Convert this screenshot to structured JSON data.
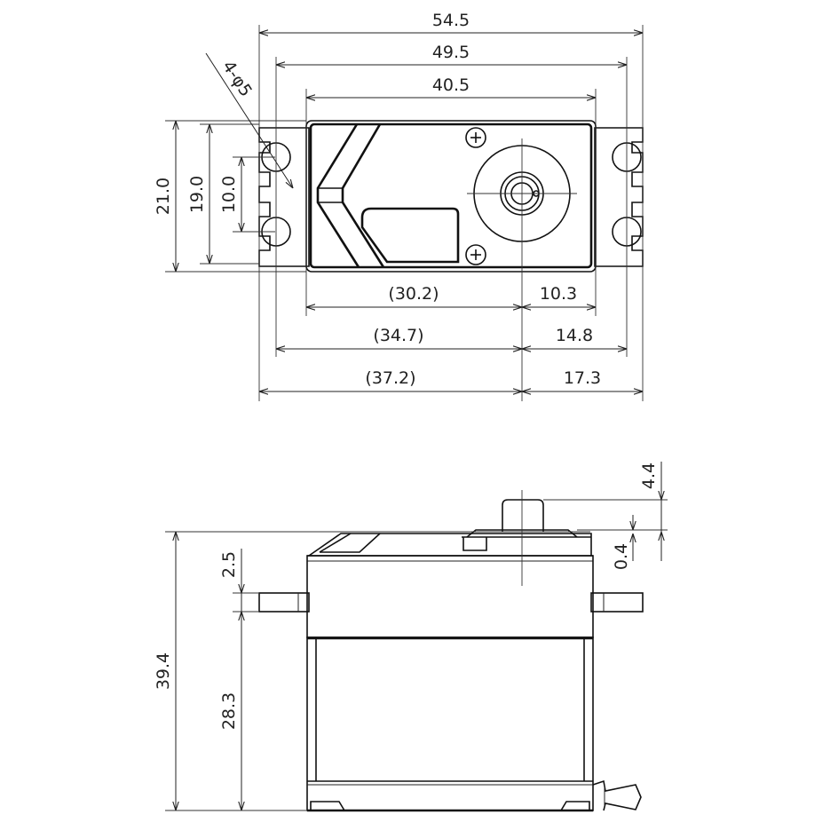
{
  "drawing": {
    "top_view": {
      "overall_width": "54.5",
      "mount_hole_spacing": "49.5",
      "case_width": "40.5",
      "hole_callout": "4-φ5",
      "overall_height": "21.0",
      "case_height": "19.0",
      "mount_slot_spacing": "10.0",
      "case_to_shaft": "(30.2)",
      "shaft_to_case_end": "10.3",
      "hole_to_shaft": "(34.7)",
      "shaft_to_hole": "14.8",
      "flange_to_shaft": "(37.2)",
      "shaft_to_flange": "17.3"
    },
    "side_view": {
      "overall_height": "39.4",
      "flange_thickness": "2.5",
      "flange_to_bottom": "28.3",
      "spline_height": "4.4",
      "boss_height": "0.4"
    }
  }
}
